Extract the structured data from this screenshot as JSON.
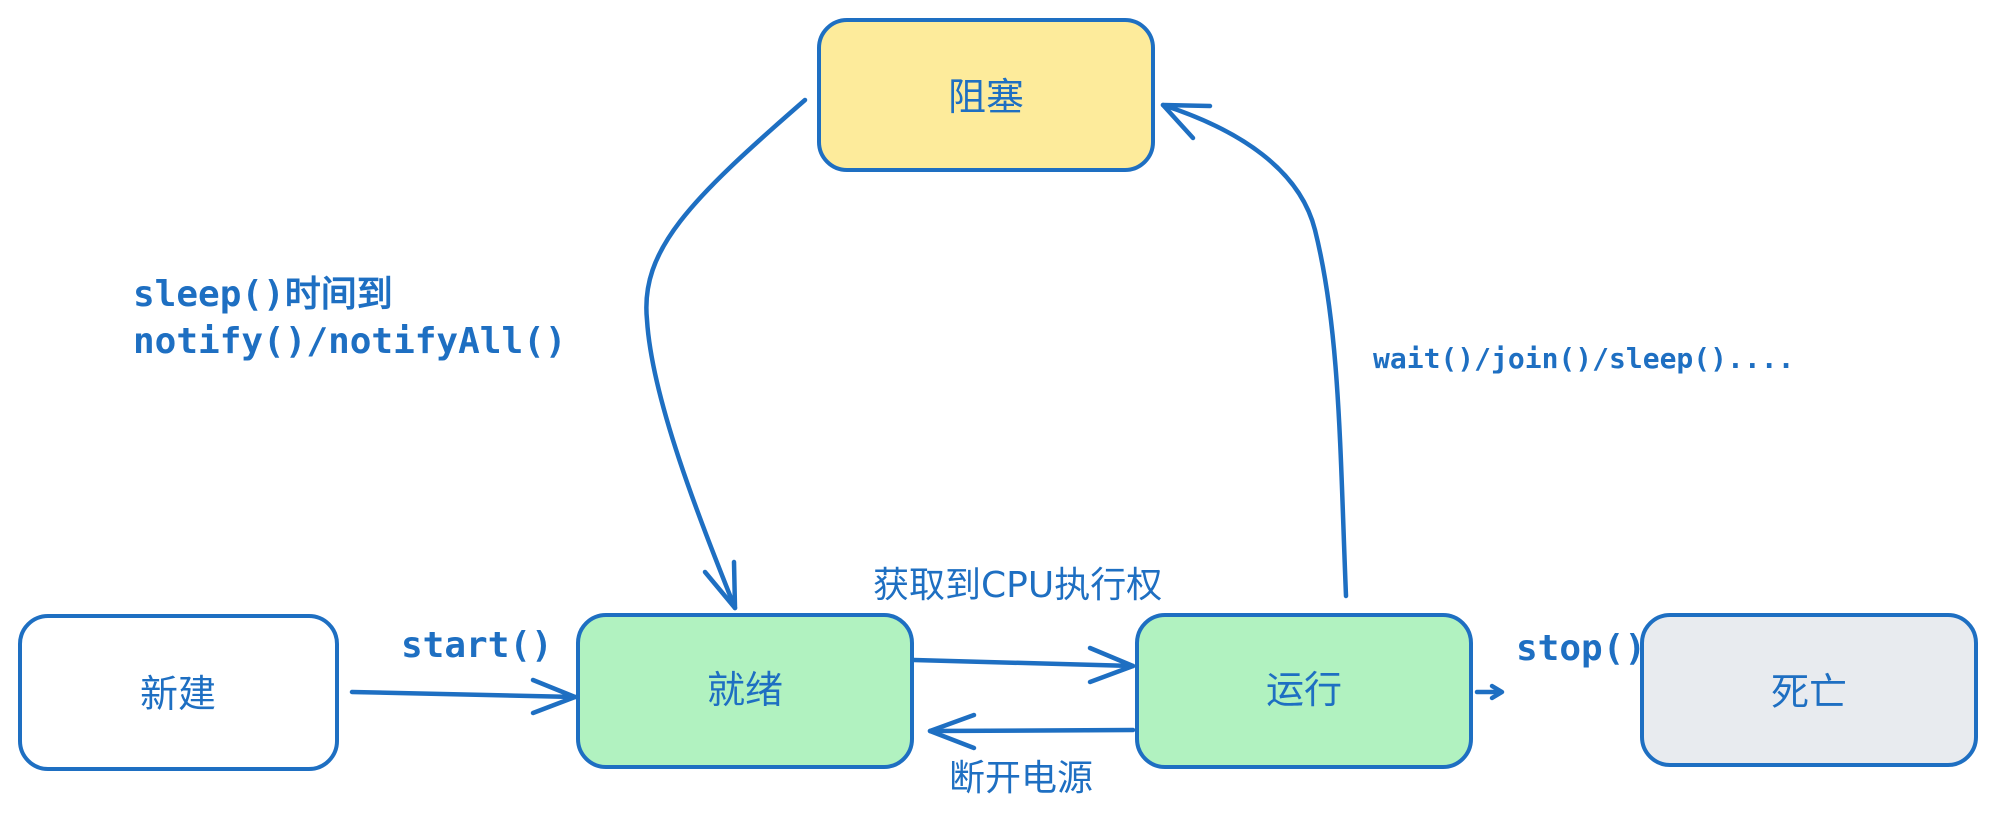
{
  "colors": {
    "stroke": "#1e6fc2",
    "blocked_fill": "#fdeb9b",
    "ready_fill": "#b1f2c0",
    "running_fill": "#b1f2c0",
    "new_fill": "#ffffff",
    "dead_fill": "#e8ebef"
  },
  "states": {
    "new": "新建",
    "ready": "就绪",
    "running": "运行",
    "blocked": "阻塞",
    "dead": "死亡"
  },
  "transitions": {
    "new_to_ready": "start()",
    "ready_to_running": "获取到CPU执行权",
    "running_to_ready": "断开电源",
    "running_to_dead": "stop()",
    "running_to_blocked": "wait()/join()/sleep()....",
    "blocked_to_ready_line1": "sleep()时间到",
    "blocked_to_ready_line2": "notify()/notifyAll()"
  }
}
